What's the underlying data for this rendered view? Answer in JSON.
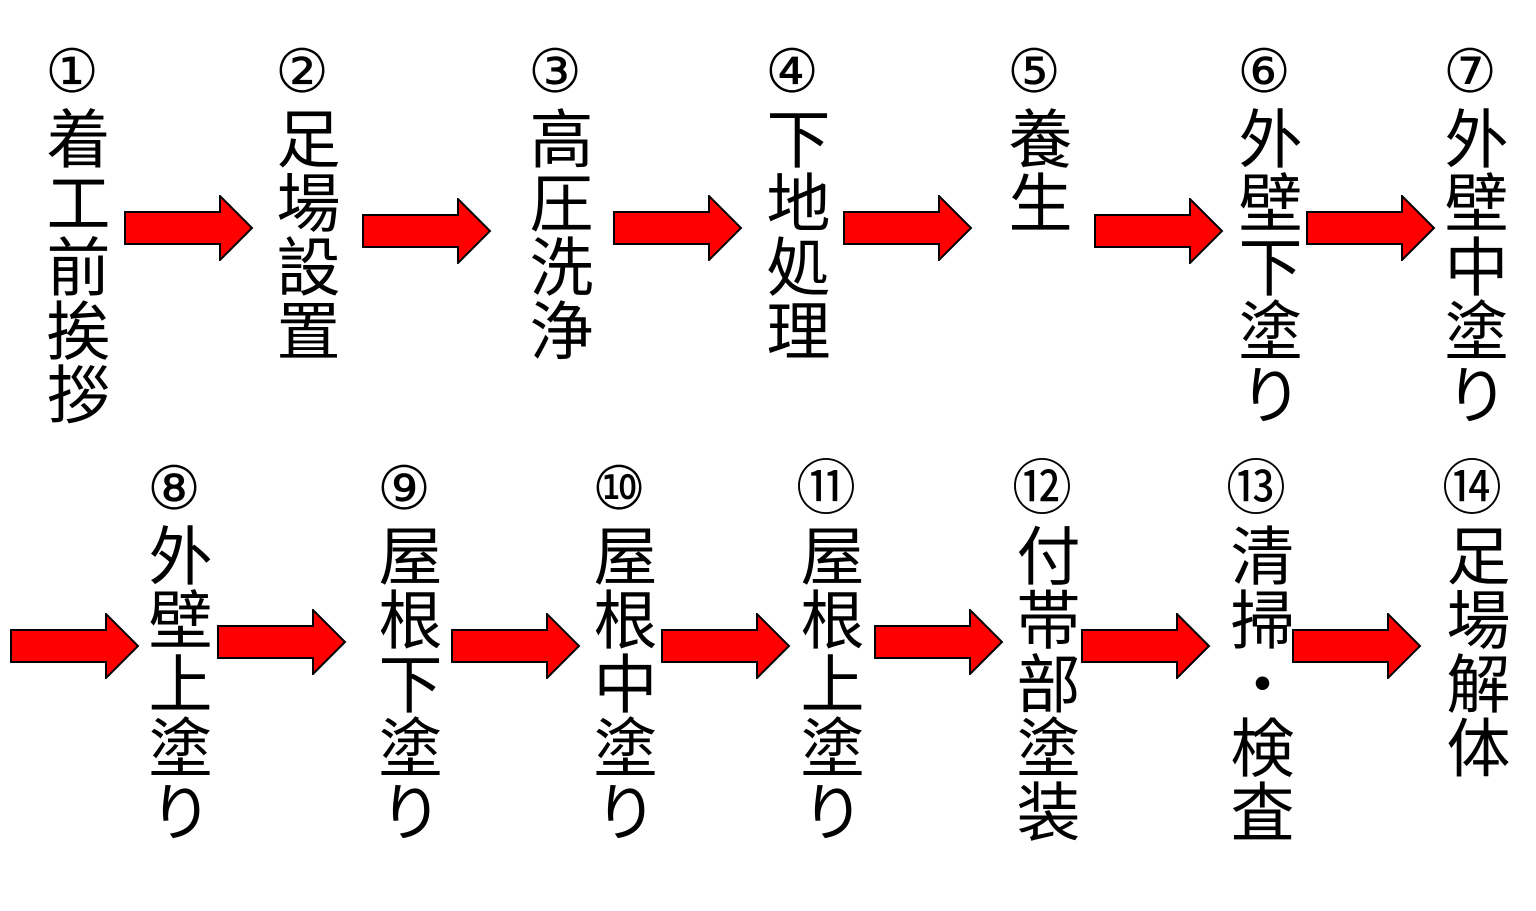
{
  "arrow_color": "#ff0000",
  "arrow_stroke": "#000000",
  "steps": [
    {
      "num": "①",
      "label": "着工前挨拶"
    },
    {
      "num": "②",
      "label": "足場設置"
    },
    {
      "num": "③",
      "label": "高圧洗浄"
    },
    {
      "num": "④",
      "label": "下地処理"
    },
    {
      "num": "⑤",
      "label": "養生"
    },
    {
      "num": "⑥",
      "label": "外壁下塗り"
    },
    {
      "num": "⑦",
      "label": "外壁中塗り"
    },
    {
      "num": "⑧",
      "label": "外壁上塗り"
    },
    {
      "num": "⑨",
      "label": "屋根下塗り"
    },
    {
      "num": "⑩",
      "label": "屋根中塗り"
    },
    {
      "num": "⑪",
      "label": "屋根上塗り"
    },
    {
      "num": "⑫",
      "label": "付帯部塗装"
    },
    {
      "num": "⑬",
      "label": "清掃・検査"
    },
    {
      "num": "⑭",
      "label": "足場解体"
    }
  ]
}
